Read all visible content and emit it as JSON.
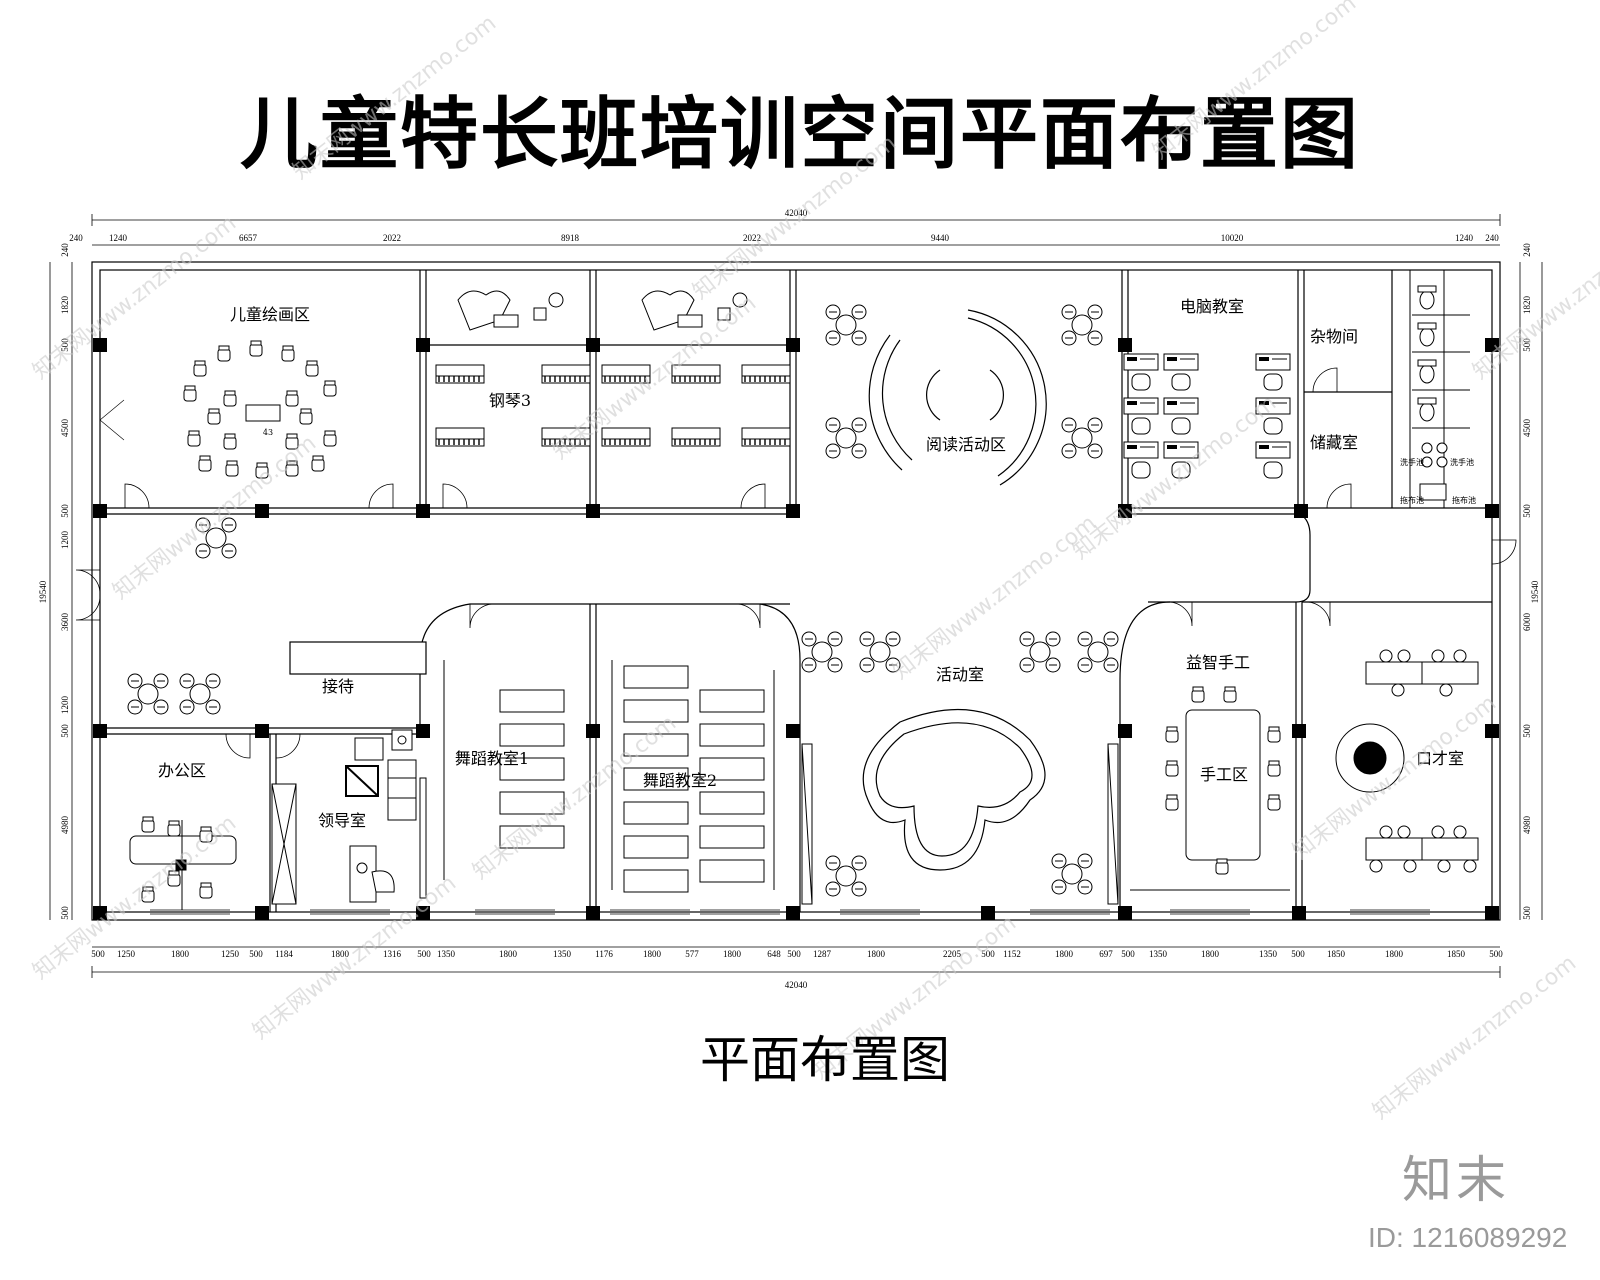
{
  "title": "儿童特长班培训空间平面布置图",
  "subtitle": "平面布置图",
  "brand": "知末",
  "image_id": "ID: 1216089292",
  "watermark": "知末网www.znzmo.com",
  "rooms": {
    "drawing": "儿童绘画区",
    "drawing_count": "43",
    "piano": "钢琴3",
    "reading": "阅读活动区",
    "computer": "电脑教室",
    "storage_misc": "杂物间",
    "storage": "储藏室",
    "sink1": "洗手池",
    "sink2": "洗手池",
    "mop1": "拖布池",
    "mop2": "拖布池",
    "reception": "接待",
    "office": "办公区",
    "leader": "领导室",
    "dance1": "舞蹈教室1",
    "dance2": "舞蹈教室2",
    "activity": "活动室",
    "puzzle": "益智手工",
    "craft": "手工区",
    "eloquence": "口才室"
  },
  "dimensions": {
    "total_top": "42040",
    "total_bottom": "42040",
    "top": [
      "240",
      "1240",
      "6657",
      "2022",
      "8918",
      "2022",
      "9440",
      "10020",
      "1240",
      "240"
    ],
    "bottom": [
      "500",
      "1250",
      "1800",
      "1250",
      "500",
      "1184",
      "1800",
      "1316",
      "500",
      "1350",
      "1800",
      "1350",
      "1176",
      "1800",
      "577",
      "1800",
      "648",
      "500",
      "1287",
      "1800",
      "2205",
      "500",
      "1152",
      "1800",
      "697",
      "500",
      "1350",
      "1800",
      "1350",
      "500",
      "1850",
      "1800",
      "1850",
      "500"
    ],
    "left_total": "19540",
    "left": [
      "240",
      "1820",
      "500",
      "4500",
      "500",
      "1200",
      "3600",
      "1200",
      "500",
      "4980",
      "500"
    ],
    "right_total": "19540",
    "right": [
      "240",
      "1820",
      "500",
      "4500",
      "500",
      "6000",
      "500",
      "4980",
      "500"
    ]
  }
}
